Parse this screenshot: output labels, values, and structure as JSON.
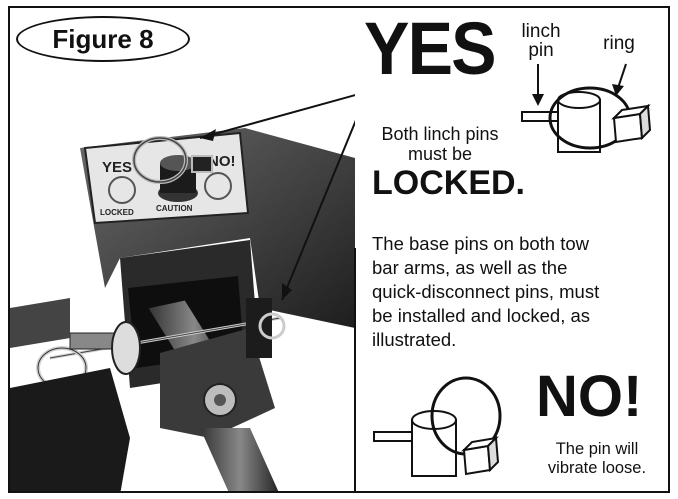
{
  "figure": {
    "label": "Figure 8"
  },
  "yes": {
    "heading": "YES",
    "label_linch_line1": "linch",
    "label_linch_line2": "pin",
    "label_ring": "ring",
    "note_line1": "Both linch pins",
    "note_line2": "must be",
    "emphasis": "LOCKED."
  },
  "instructions": {
    "line1": "The base pins on both tow",
    "line2": "bar arms, as well as the",
    "line3": "quick-disconnect pins, must",
    "line4": "be installed and locked, as",
    "line5": "illustrated."
  },
  "no": {
    "heading": "NO!",
    "note_line1": "The pin will",
    "note_line2": "vibrate loose."
  },
  "photo_decal": {
    "left_word": "YES",
    "right_word": "NO!",
    "locked_text": "LOCKED",
    "caution_text": "CAUTION"
  }
}
